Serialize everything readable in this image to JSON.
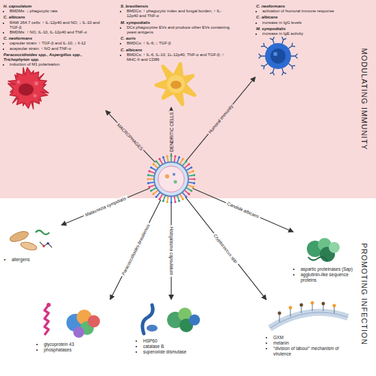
{
  "diagram": {
    "nodes": [
      {
        "text": [
          "MODULATING IMMUNITY"
        ]
      },
      {
        "text": [
          "H. capsulatum",
          "BMDMs: ↓ phagocytic rate",
          "C. albicans",
          "RAW 264.7 cells: ↑ IL-12p40 and NO; ↓ IL-10 and TGF-β",
          "BMDMs: ↑ NO, IL-10, IL-12p40 and TNF-α",
          "C. neoformans",
          "capsular strain: ↑ TGF-β and IL-10; ↓ Il-12",
          "acapsular strain: ↑ NO and TNF-α",
          "Paracoccidioides spp., Aspergillus spp., Trichophyton spp.",
          "induction of M1 polarisation"
        ],
        "in": 0
      },
      {
        "text": [
          "S. brasiliensis",
          "BMDCs: ↑ phagocytic index and fungal burden; ↑ IL-12p40 and TNF-α",
          "M. sympodialis",
          "DCs phagocytize EVs and produce other EVs containing yeast antigens",
          "C. auris",
          "BMDCs: ↑ IL-6; ↓ TGF-β",
          "C. albicans",
          "BMDCs: ↑ IL-6, IL-10, 1L-12p40, TNF-α and TGF-β; ↑ MHC-II and CD86"
        ],
        "in": 0
      },
      {
        "text": [
          "C. neoformans",
          "activation of humoral immune response",
          "C. albicans",
          "increase in IgG levels",
          "M. sympodialis",
          "increase in IgE activity"
        ],
        "in": 0
      },
      {
        "text": []
      },
      {
        "text": [
          "allergens"
        ]
      },
      {
        "text": [
          "glycoprotein 43",
          "phosphatases"
        ]
      },
      {
        "text": [
          "HSP60",
          "catalase B",
          "superoxide dismutase"
        ]
      },
      {
        "text": [
          "GXM",
          "melanin",
          "\"division of labour\" mechanism of virulence"
        ]
      },
      {
        "text": [
          "aspartic proteinases (Sap)",
          "agglutinin-like sequence proteins"
        ]
      }
    ],
    "edges": [
      {
        "from": 4,
        "to": 1,
        "arrow": "to",
        "label": "MACROPHAGES"
      },
      {
        "from": 4,
        "to": 2,
        "arrow": "to",
        "label": "DENDRITIC CELLS"
      },
      {
        "from": 4,
        "to": 3,
        "arrow": "to",
        "label": "Humoral immunity"
      },
      {
        "from": 4,
        "to": 5,
        "arrow": "to",
        "label": "Malassezia sympdialis"
      },
      {
        "from": 4,
        "to": 6,
        "arrow": "to",
        "label": "Paracoccidioides brasiliensis"
      },
      {
        "from": 4,
        "to": 7,
        "arrow": "to",
        "label": "Histoplasma capsulatum"
      },
      {
        "from": 4,
        "to": 8,
        "arrow": "to",
        "label": "Cryptococcus spp."
      },
      {
        "from": 4,
        "to": 9,
        "arrow": "to",
        "label": "Candida albicans"
      }
    ],
    "labels": [
      "PROMOTING INFECTION"
    ]
  }
}
